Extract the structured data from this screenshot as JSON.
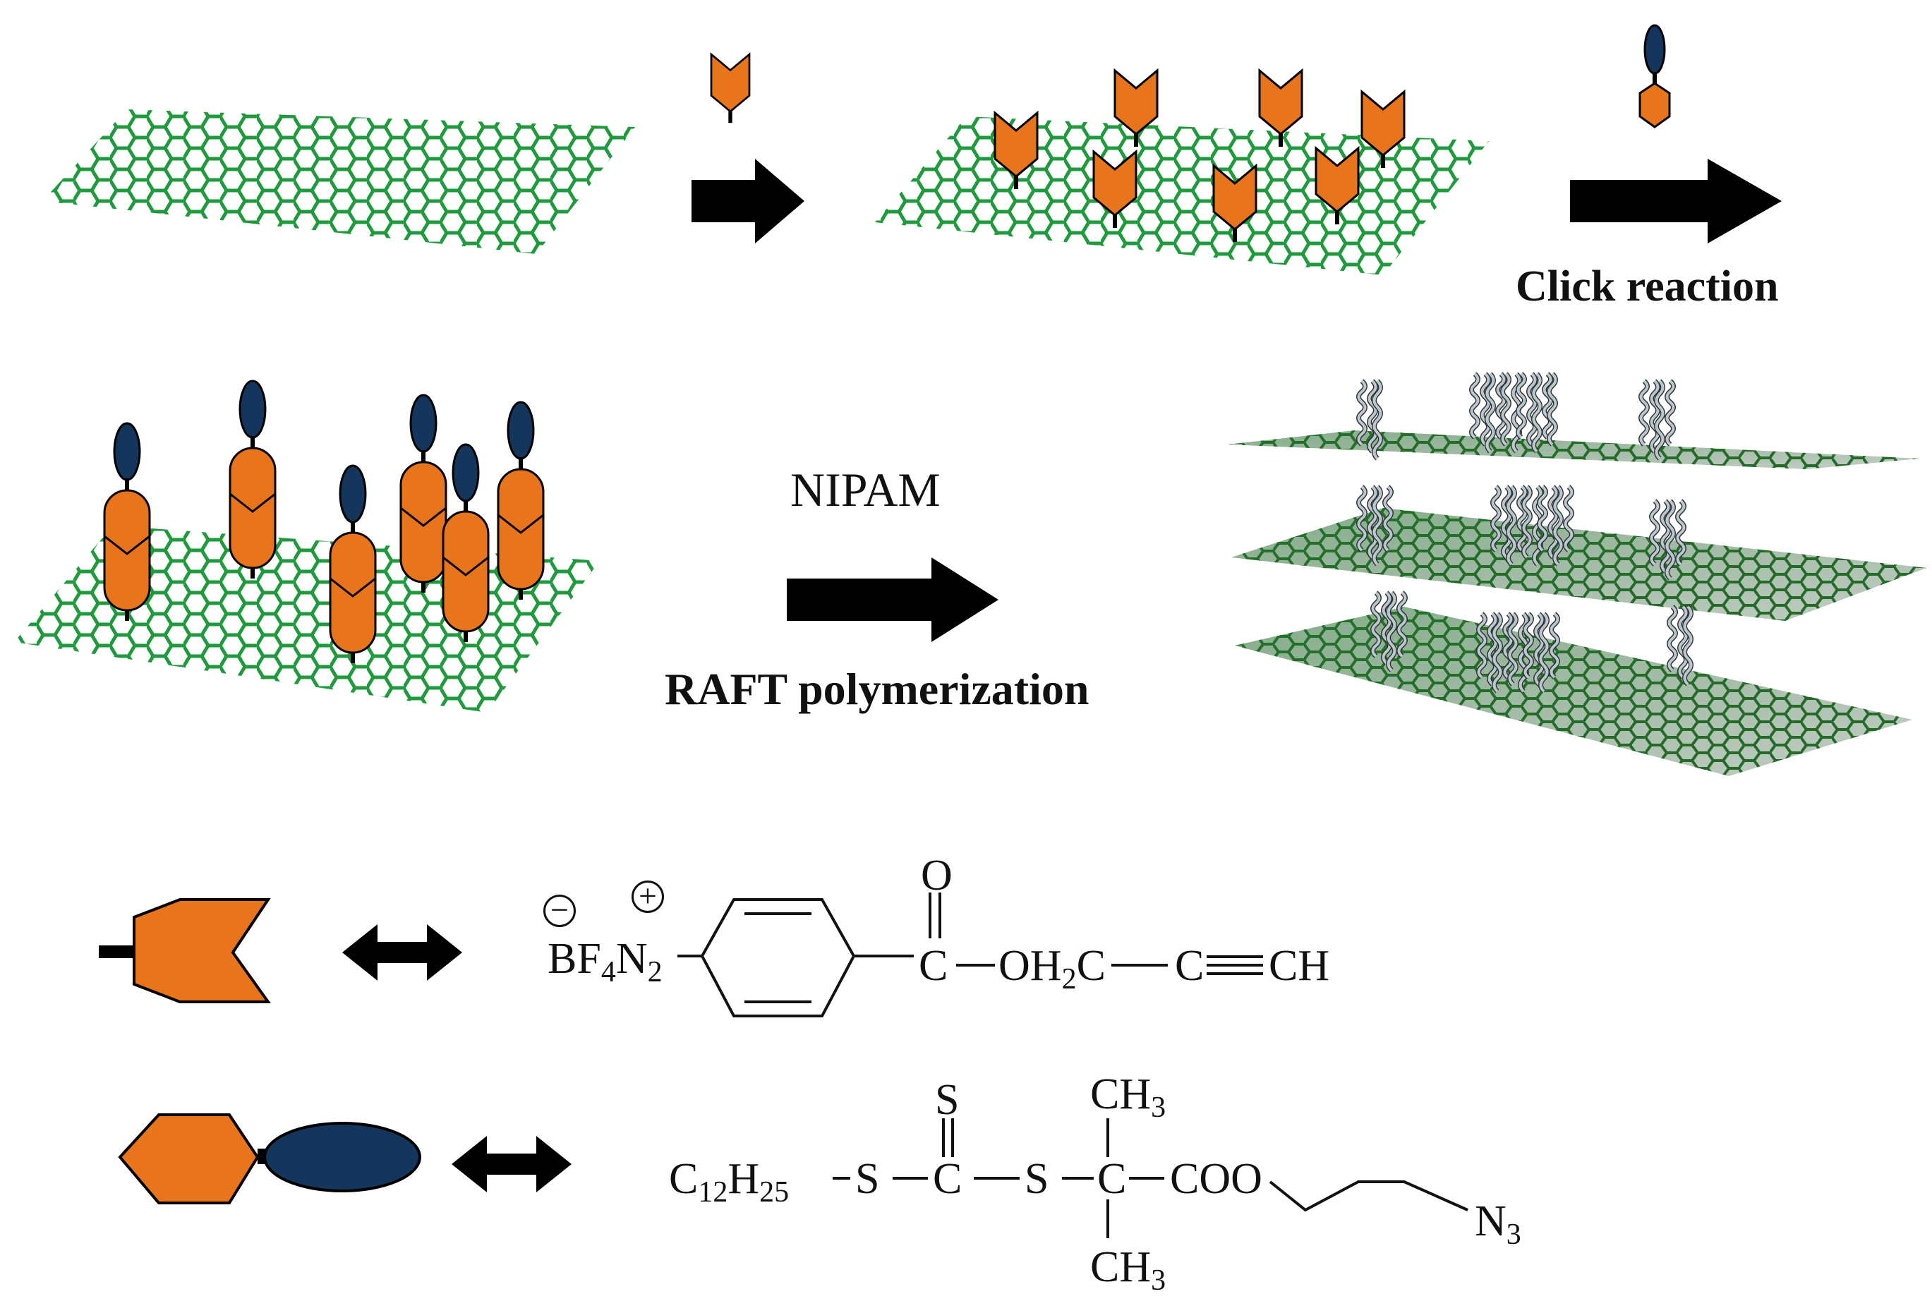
{
  "labels": {
    "click_reaction": "Click reaction",
    "nipam": "NIPAM",
    "raft_polymerization": "RAFT polymerization"
  },
  "chemistry": {
    "diazonium": {
      "counter_ion": "BF",
      "counter_ion_sub": "4",
      "cation": "N",
      "cation_sub": "2",
      "carbonyl_o": "O",
      "carbonyl_c": "C",
      "ester_o": "OH",
      "ester_o_sub": "2",
      "ester_c": "C",
      "alkyne_c": "C",
      "alkyne_h": "CH",
      "minus": "−",
      "plus": "+"
    },
    "raft_agent": {
      "alkyl": "C",
      "alkyl_sub1": "12",
      "alkyl_h": "H",
      "alkyl_sub2": "25",
      "s1": "S",
      "thio_c": "C",
      "thio_s": "S",
      "s2": "S",
      "quat_c": "C",
      "methyl_top": "CH",
      "methyl_top_sub": "3",
      "methyl_bottom": "CH",
      "methyl_bottom_sub": "3",
      "ester": "COO",
      "azide": "N",
      "azide_sub": "3"
    }
  },
  "colors": {
    "graphene": "#1f9a3c",
    "graphene_3d": "#2f7a32",
    "anchor_orange": "#e8741c",
    "raft_navy": "#15365c",
    "polymer_chain": "#b8c8cf",
    "arrow": "#000000"
  },
  "icons": [
    "graphene-sheet",
    "diazonium-anchor-icon",
    "raft-agent-icon",
    "arrow-icon",
    "double-arrow-icon",
    "polymer-chain"
  ]
}
